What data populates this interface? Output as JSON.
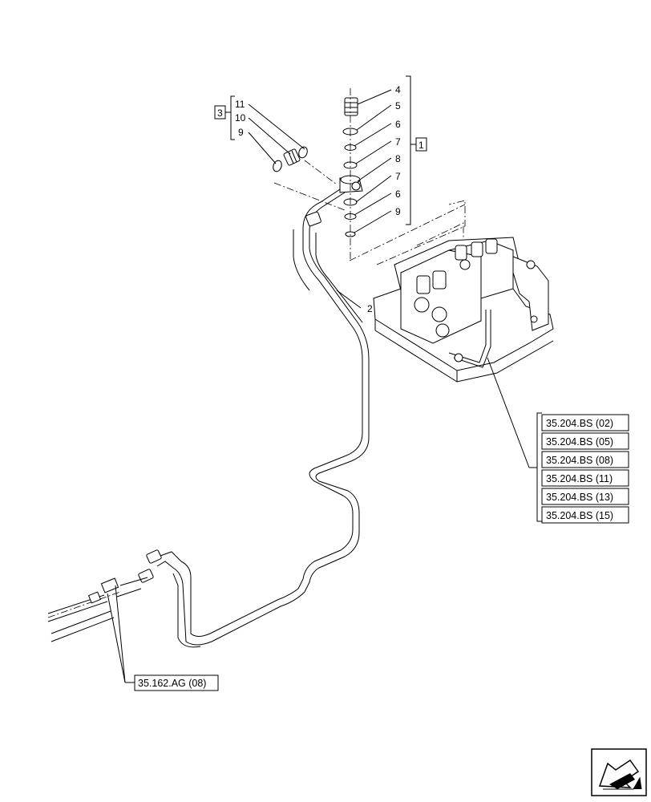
{
  "callouts": {
    "c4": "4",
    "c5": "5",
    "c6a": "6",
    "c7a": "7",
    "c8": "8",
    "c7b": "7",
    "c6b": "6",
    "c9a": "9",
    "c2": "2",
    "c11": "11",
    "c10": "10",
    "c9b": "9"
  },
  "groups": {
    "g1": "1",
    "g3": "3"
  },
  "references": {
    "bs": [
      "35.204.BS (02)",
      "35.204.BS (05)",
      "35.204.BS (08)",
      "35.204.BS (11)",
      "35.204.BS (13)",
      "35.204.BS (15)"
    ],
    "ag": "35.162.AG (08)"
  },
  "icons": {
    "nav": "arrow-navigation-icon"
  }
}
